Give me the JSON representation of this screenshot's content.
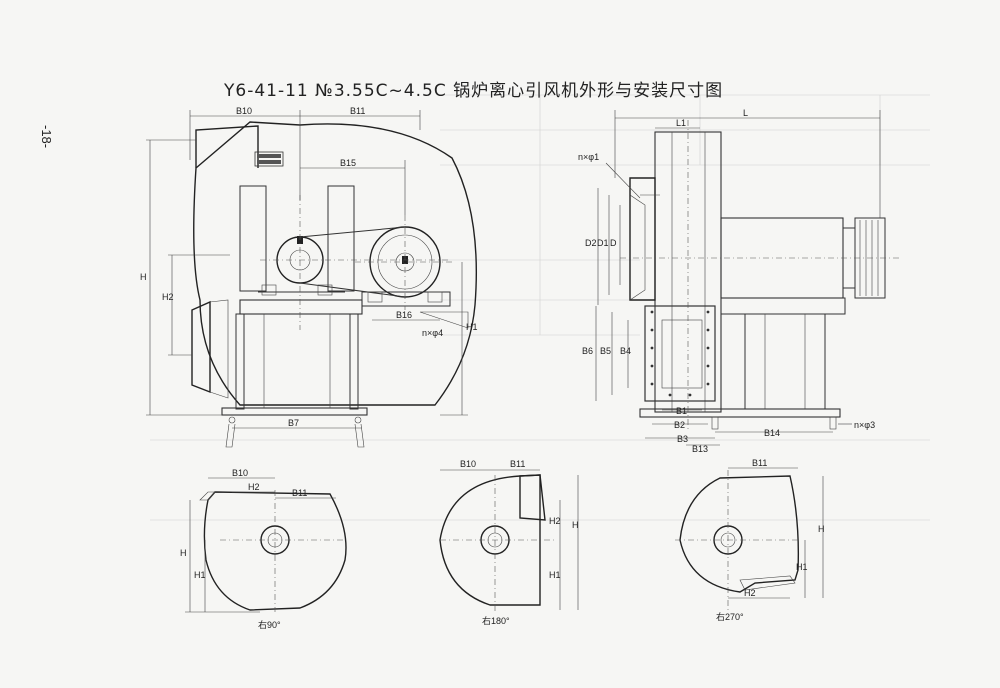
{
  "page_number": "-18-",
  "title": "Y6-41-11 №3.55C~4.5C 锅炉离心引风机外形与安装尺寸图",
  "front_view": {
    "dims": [
      "B10",
      "B11",
      "B15",
      "H",
      "H2",
      "B16",
      "n×φ4",
      "H1",
      "B7"
    ]
  },
  "side_view": {
    "dims": [
      "L",
      "L1",
      "n×φ1",
      "D2",
      "D1",
      "D",
      "B4",
      "B5",
      "B6",
      "B1",
      "B2",
      "B3",
      "B13",
      "B14",
      "n×φ3"
    ]
  },
  "views": [
    {
      "caption": "右90°",
      "dims": [
        "B10",
        "H2",
        "B11",
        "H",
        "H1"
      ]
    },
    {
      "caption": "右180°",
      "dims": [
        "B10",
        "B11",
        "H2",
        "H",
        "H1"
      ]
    },
    {
      "caption": "右270°",
      "dims": [
        "B11",
        "H",
        "H1",
        "H2"
      ]
    }
  ]
}
